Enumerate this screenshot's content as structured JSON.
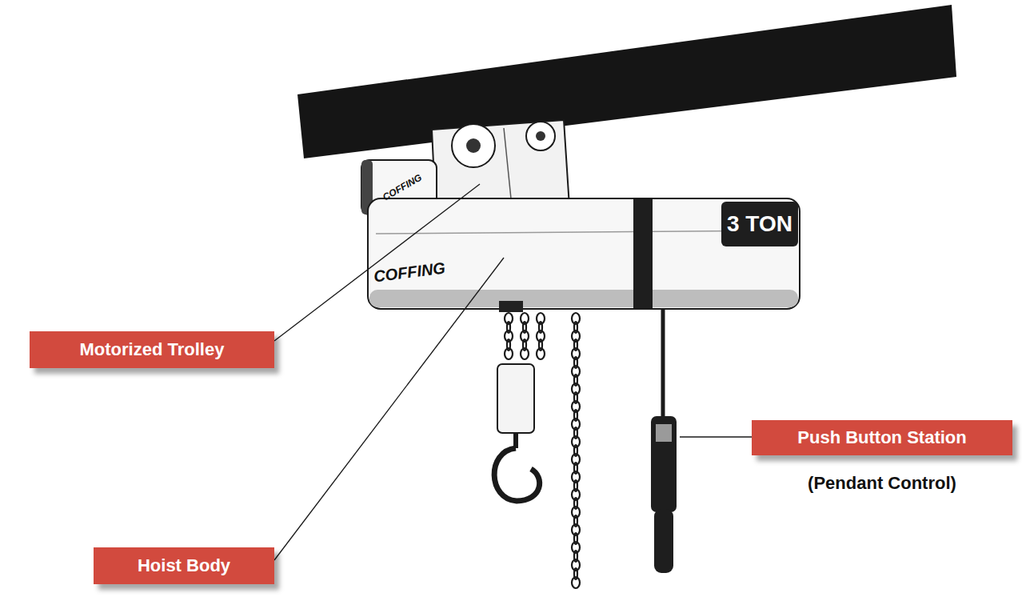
{
  "diagram": {
    "nodes": [
      {
        "text": [
          "Motorized Trolley"
        ]
      },
      {
        "text": [
          "Hoist Body"
        ]
      },
      {
        "text": [
          "Push Button Station",
          "(Pendant Control)"
        ]
      }
    ],
    "labels": [
      "3 TON",
      "COFFING",
      "COFFING"
    ]
  }
}
